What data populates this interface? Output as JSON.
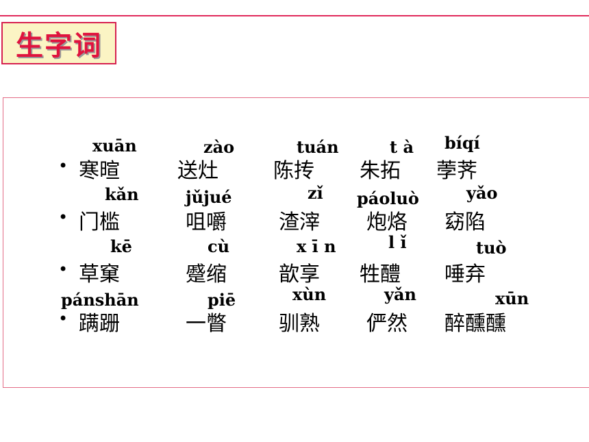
{
  "title": "生字词",
  "rows": [
    {
      "words": [
        "寒暄",
        "送灶",
        "陈抟",
        "朱拓",
        "荸荠"
      ],
      "pinyin": [
        "xuān",
        "zào",
        "tuán",
        "t à",
        "bíqí"
      ]
    },
    {
      "words": [
        "门槛",
        "咀嚼",
        "渣滓",
        "炮烙",
        "窈陷"
      ],
      "pinyin": [
        "kǎn",
        "jǔjué",
        "zǐ",
        "páoluò",
        "yǎo"
      ]
    },
    {
      "words": [
        "草窠",
        "蹙缩",
        "歆享",
        "牲醴",
        "唾弃"
      ],
      "pinyin": [
        "kē",
        "cù",
        "x ī n",
        "l ǐ",
        "tuò"
      ]
    },
    {
      "words": [
        "蹒跚",
        "一瞥",
        "驯熟",
        "俨然",
        "醉醺醺"
      ],
      "pinyin": [
        "pánshān",
        "piē",
        "xùn",
        "yǎn",
        "xūn"
      ]
    }
  ],
  "bullet": "•"
}
